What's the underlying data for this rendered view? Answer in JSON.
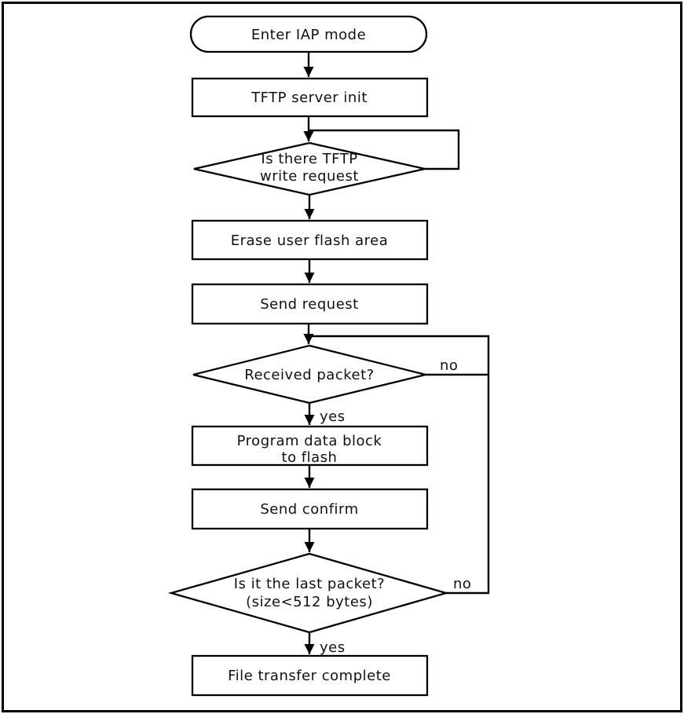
{
  "page": {
    "background": "#ffffff",
    "border_color": "#000000"
  },
  "flowchart": {
    "line_color": "#000000",
    "text_color": "#111111",
    "nodes": {
      "start": {
        "type": "terminator",
        "label": "Enter IAP mode"
      },
      "tftp_init": {
        "type": "process",
        "label": "TFTP server init"
      },
      "write_request": {
        "type": "decision",
        "line1": "Is there TFTP",
        "line2": "write request"
      },
      "erase_flash": {
        "type": "process",
        "label": "Erase user flash area"
      },
      "send_request": {
        "type": "process",
        "label": "Send request"
      },
      "received_packet": {
        "type": "decision",
        "label": "Received packet?"
      },
      "program_block": {
        "type": "process",
        "line1": "Program data block",
        "line2": "to flash"
      },
      "send_confirm": {
        "type": "process",
        "label": "Send confirm"
      },
      "last_packet": {
        "type": "decision",
        "line1": "Is it the last packet?",
        "line2": "(size<512 bytes)"
      },
      "complete": {
        "type": "process",
        "label": "File transfer complete"
      }
    },
    "edge_labels": {
      "received_yes": "yes",
      "received_no": "no",
      "last_yes": "yes",
      "last_no": "no"
    }
  }
}
